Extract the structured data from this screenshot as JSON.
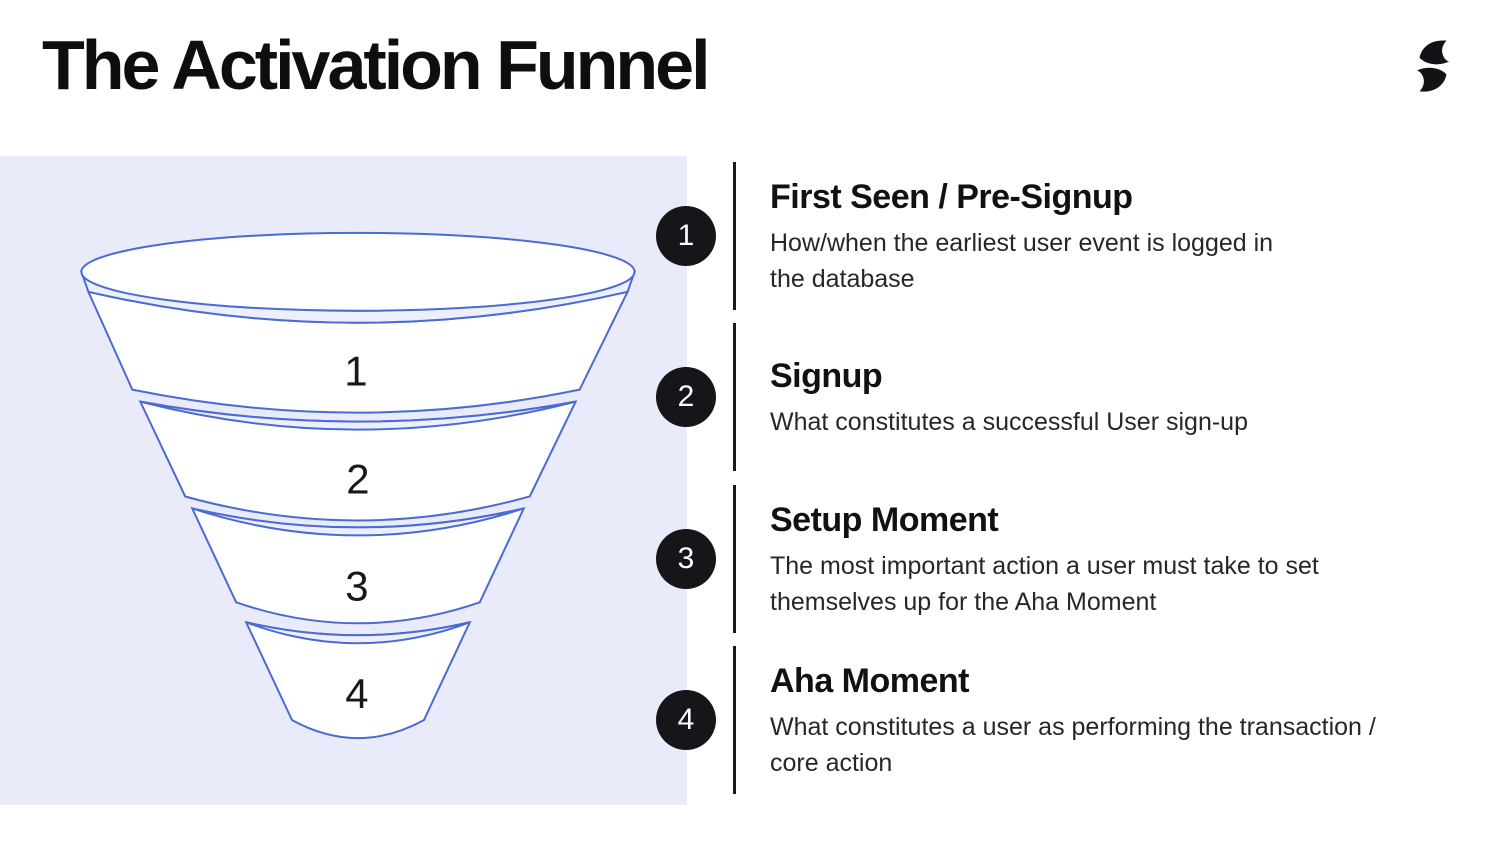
{
  "title": "The Activation Funnel",
  "logo_icon": "swirl-brand-logo",
  "colors": {
    "panel_bg": "#e9ebfa",
    "funnel_stroke": "#4a6bd3",
    "badge_bg": "#151619",
    "text": "#131417"
  },
  "funnel": {
    "labels": [
      "1",
      "2",
      "3",
      "4"
    ]
  },
  "sections": [
    {
      "number": "1",
      "heading": "First Seen / Pre-Signup",
      "body_lines": [
        "How/when the earliest user event is logged in",
        "the database"
      ]
    },
    {
      "number": "2",
      "heading": "Signup",
      "body_lines": [
        "What constitutes a successful User sign-up"
      ]
    },
    {
      "number": "3",
      "heading": "Setup Moment",
      "body_lines": [
        "The most important action a user must take to set",
        "themselves up for the Aha Moment"
      ]
    },
    {
      "number": "4",
      "heading": "Aha Moment",
      "body_lines": [
        "What constitutes a user as performing the transaction /",
        "core action"
      ]
    }
  ]
}
